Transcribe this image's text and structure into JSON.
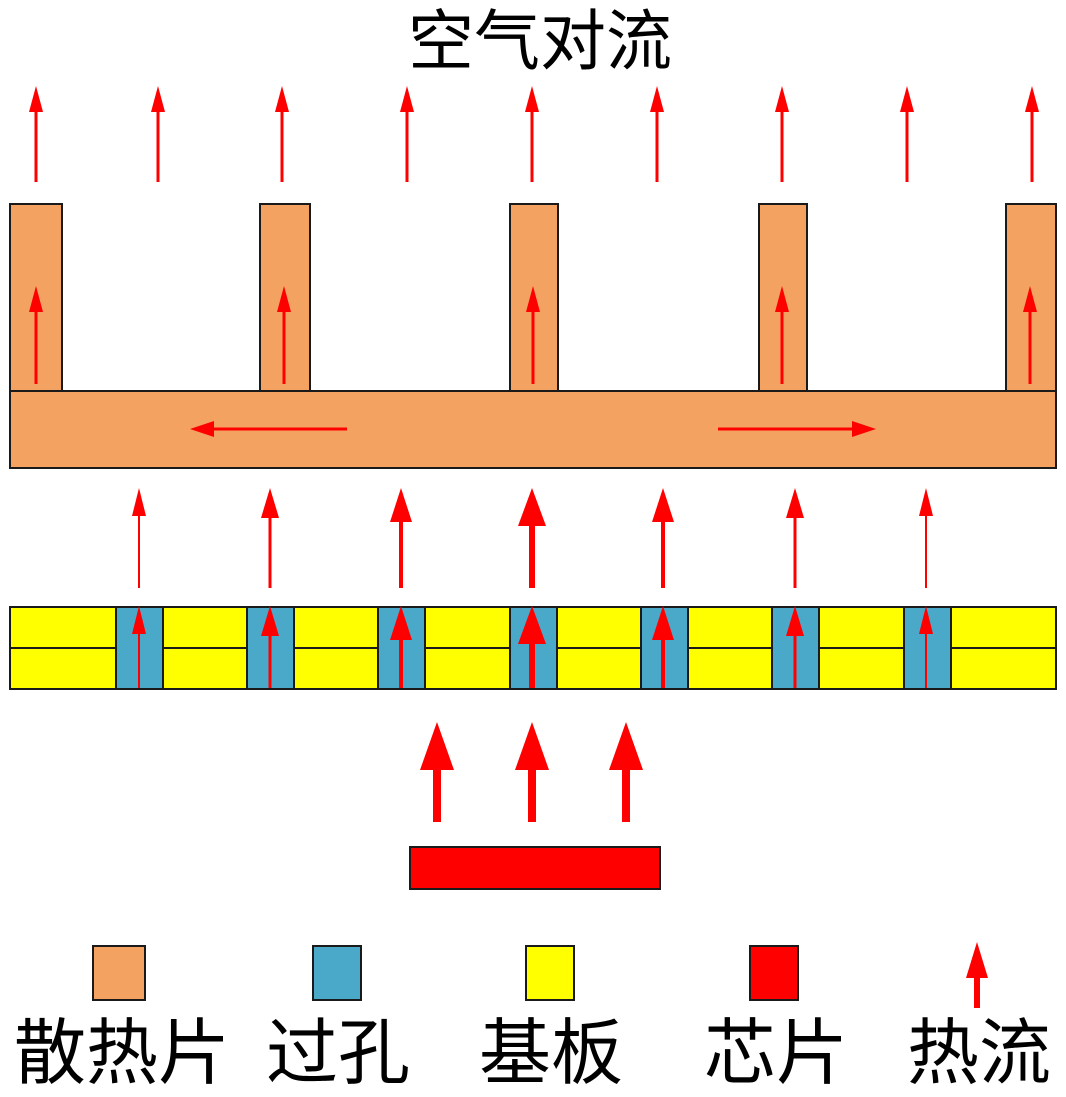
{
  "diagram": {
    "title": "空气对流"
  },
  "colors": {
    "heatsink": "#f4a261",
    "via": "#4aa8c8",
    "substrate": "#ffff00",
    "chip": "#ff0000",
    "heat_flow": "#ff0000",
    "outline": "#1a1a1a"
  },
  "legend": {
    "heatsink": "散热片",
    "via": "过孔",
    "substrate": "基板",
    "chip": "芯片",
    "heat_flow": "热流"
  }
}
